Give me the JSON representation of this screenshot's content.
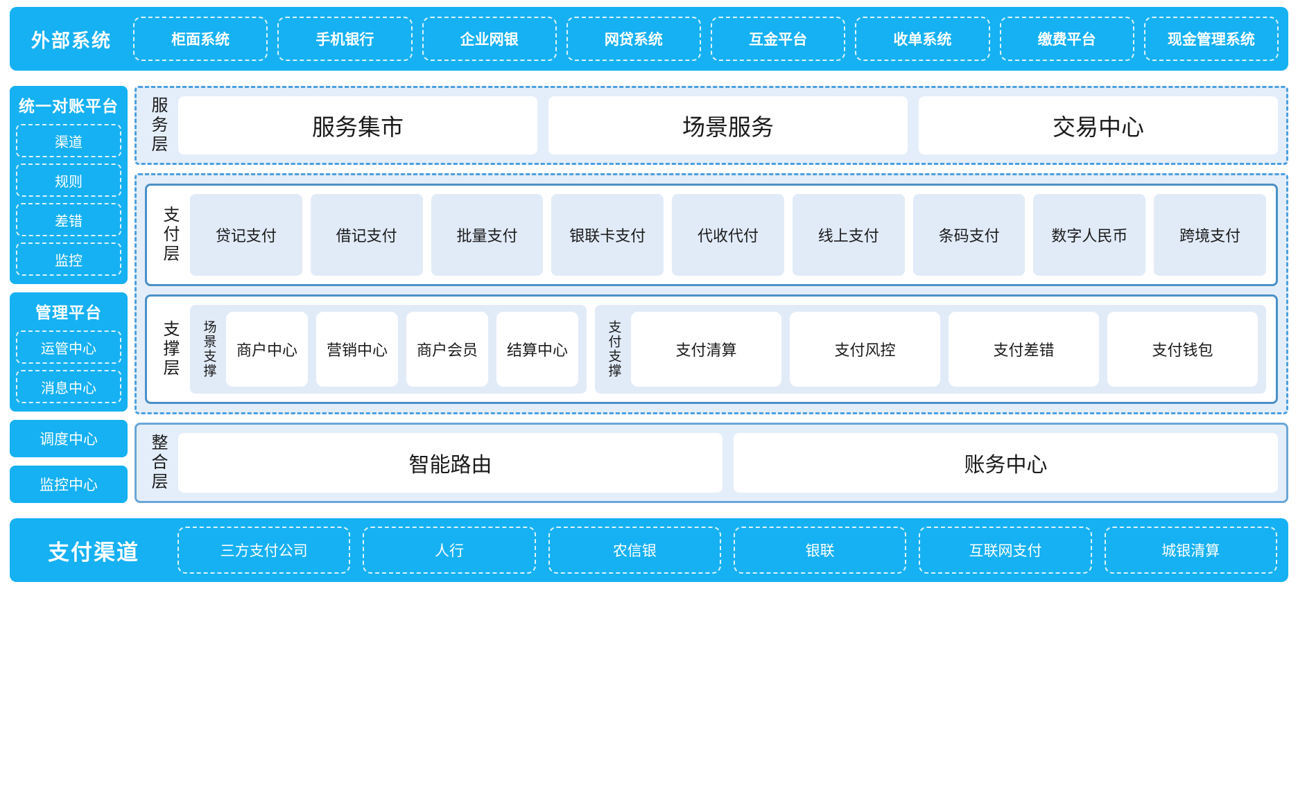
{
  "external": {
    "title": "外部系统",
    "items": [
      "柜面系统",
      "手机银行",
      "企业网银",
      "网贷系统",
      "互金平台",
      "收单系统",
      "缴费平台",
      "现金管理系统"
    ]
  },
  "rail": {
    "recon": {
      "title": "统一对账平台",
      "items": [
        "渠道",
        "规则",
        "差错",
        "监控"
      ]
    },
    "manage": {
      "title": "管理平台",
      "items": [
        "运管中心",
        "消息中心"
      ]
    },
    "solo": [
      "调度中心",
      "监控中心"
    ]
  },
  "service_layer": {
    "label": "服务层",
    "cards": [
      "服务集市",
      "场景服务",
      "交易中心"
    ]
  },
  "payment_layer": {
    "label": "支付层",
    "tiles": [
      "贷记支付",
      "借记支付",
      "批量支付",
      "银联卡支付",
      "代收代付",
      "线上支付",
      "条码支付",
      "数字人民币",
      "跨境支付"
    ]
  },
  "support_layer": {
    "label": "支撑层",
    "scene": {
      "label": "场景支撑",
      "cards": [
        "商户中心",
        "营销中心",
        "商户会员",
        "结算中心"
      ]
    },
    "pay": {
      "label": "支付支撑",
      "cards": [
        "支付清算",
        "支付风控",
        "支付差错",
        "支付钱包"
      ]
    }
  },
  "integration_layer": {
    "label": "整合层",
    "cards": [
      "智能路由",
      "账务中心"
    ]
  },
  "channels": {
    "title": "支付渠道",
    "items": [
      "三方支付公司",
      "人行",
      "农信银",
      "银联",
      "互联网支付",
      "城银清算"
    ]
  },
  "colors": {
    "brand_blue": "#16b1f2",
    "panel_blue": "#e4eefa",
    "tile_blue": "#e1ebf8",
    "border_blue": "#4a9fe0"
  }
}
